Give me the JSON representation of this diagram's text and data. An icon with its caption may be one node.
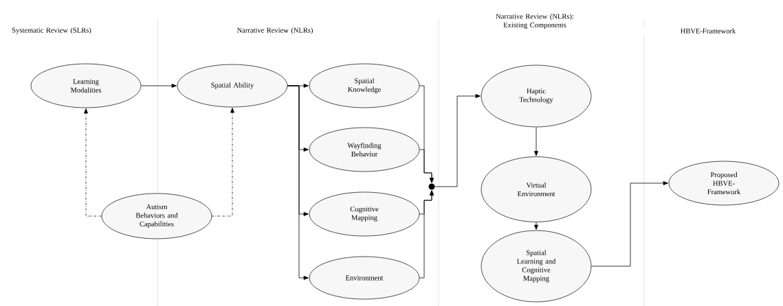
{
  "diagram": {
    "nodes": [
      {
        "text": [
          "Learning Modalities"
        ]
      },
      {
        "text": [
          "Spatial Ability"
        ]
      },
      {
        "text": [
          "Autism Behaviors and Capabilities"
        ]
      },
      {
        "text": [
          "Spatial Knowledge"
        ]
      },
      {
        "text": [
          "Wayfinding Behavior"
        ]
      },
      {
        "text": [
          "Cognitive Mapping"
        ]
      },
      {
        "text": [
          "Environment"
        ]
      },
      {
        "text": [],
        "shape": "circle"
      },
      {
        "text": [
          "Haptic Technology"
        ]
      },
      {
        "text": [
          "Virtual Environment"
        ]
      },
      {
        "text": [
          "Spatial Learning and Cognitive Mapping"
        ]
      },
      {
        "text": [
          "Proposed HBVE-Framework"
        ]
      }
    ],
    "edges": [
      {
        "from": 0,
        "to": 1,
        "arrow": "to"
      },
      {
        "from": 2,
        "to": 0,
        "arrow": "to",
        "style": "dashed"
      },
      {
        "from": 2,
        "to": 1,
        "arrow": "to",
        "style": "dashed"
      },
      {
        "from": 1,
        "to": 3,
        "arrow": "to"
      },
      {
        "from": 1,
        "to": 4,
        "arrow": "to"
      },
      {
        "from": 1,
        "to": 5,
        "arrow": "to"
      },
      {
        "from": 1,
        "to": 6,
        "arrow": "to"
      },
      {
        "from": 3,
        "to": 7,
        "arrow": "to"
      },
      {
        "from": 4,
        "to": 7,
        "arrow": "to"
      },
      {
        "from": 5,
        "to": 7,
        "arrow": "to"
      },
      {
        "from": 6,
        "to": 7,
        "arrow": "to"
      },
      {
        "from": 7,
        "to": 8,
        "arrow": "to"
      },
      {
        "from": 8,
        "to": 9,
        "arrow": "to"
      },
      {
        "from": 9,
        "to": 10,
        "arrow": "to"
      },
      {
        "from": 10,
        "to": 11,
        "arrow": "to"
      }
    ],
    "labels": [
      "Systematic Review (SLRs)",
      "Narrative Review (NLRs)",
      "Narrative Review (NLRs): Existing Components",
      "HBVE-Framework"
    ]
  }
}
